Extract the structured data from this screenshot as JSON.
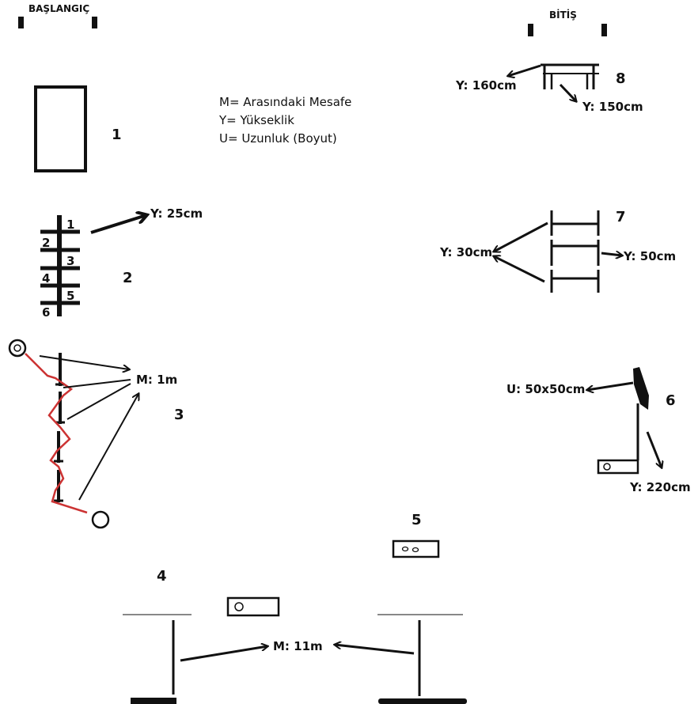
{
  "start_label": "BAŞLANGIÇ",
  "finish_label": "BİTİŞ",
  "legend": {
    "line1": "M= Arasındaki Mesafe",
    "line2": "Y= Yükseklik",
    "line3": "U= Uzunluk (Boyut)"
  },
  "obstacles": {
    "o1": {
      "number": "1"
    },
    "o2": {
      "number": "2",
      "height": "Y: 25cm",
      "rungs": [
        "1",
        "2",
        "3",
        "4",
        "5",
        "6"
      ]
    },
    "o3": {
      "number": "3",
      "distance": "M: 1m"
    },
    "o4": {
      "number": "4",
      "distance": "M: 11m"
    },
    "o5": {
      "number": "5"
    },
    "o6": {
      "number": "6",
      "size": "U: 50x50cm",
      "height": "Y: 220cm"
    },
    "o7": {
      "number": "7",
      "height_left": "Y: 30cm",
      "height_right": "Y: 50cm"
    },
    "o8": {
      "number": "8",
      "height_left": "Y: 160cm",
      "height_right": "Y: 150cm"
    }
  },
  "colors": {
    "ink": "#111111",
    "path": "#cc3333"
  }
}
